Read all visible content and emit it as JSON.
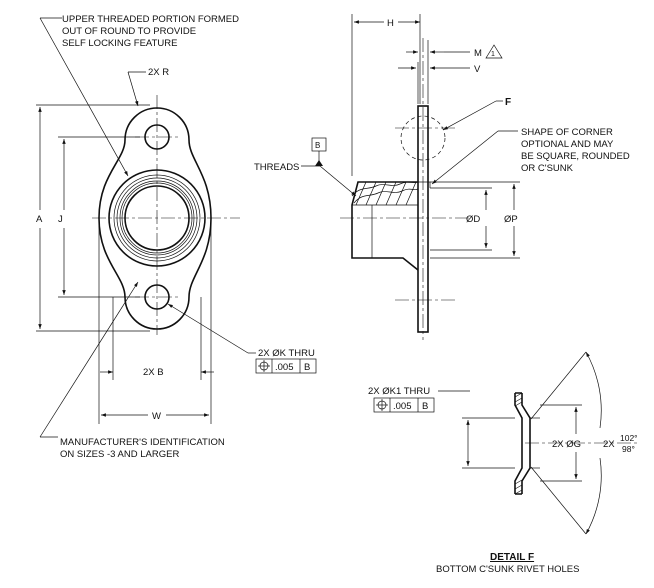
{
  "notes": {
    "upper_threaded": [
      "UPPER THREADED PORTION FORMED",
      "OUT OF ROUND TO PROVIDE",
      "SELF LOCKING FEATURE"
    ],
    "mfr_id": [
      "MANUFACTURER'S IDENTIFICATION",
      "ON SIZES -3 AND LARGER"
    ],
    "corner_shape": [
      "SHAPE OF CORNER",
      "OPTIONAL AND MAY",
      "BE SQUARE, ROUNDED",
      "OR C'SUNK"
    ]
  },
  "dims": {
    "radius": "2X R",
    "a": "A",
    "j": "J",
    "b": "2X B",
    "w": "W",
    "h": "H",
    "m": "M",
    "v": "V",
    "d": "ØD",
    "p": "ØP",
    "f": "F",
    "threads": "THREADS",
    "g": "2X ØG",
    "angle_prefix": "2X",
    "angle_max": "102°",
    "angle_min": "98°"
  },
  "datum": {
    "label": "B",
    "flag_note": "1"
  },
  "callouts": {
    "k_thru": "2X ØK THRU",
    "k1_thru": "2X ØK1 THRU",
    "tolerance": ".005",
    "datum_ref": "B"
  },
  "detail": {
    "title": "DETAIL F",
    "subtitle": "BOTTOM C'SUNK RIVET HOLES"
  }
}
